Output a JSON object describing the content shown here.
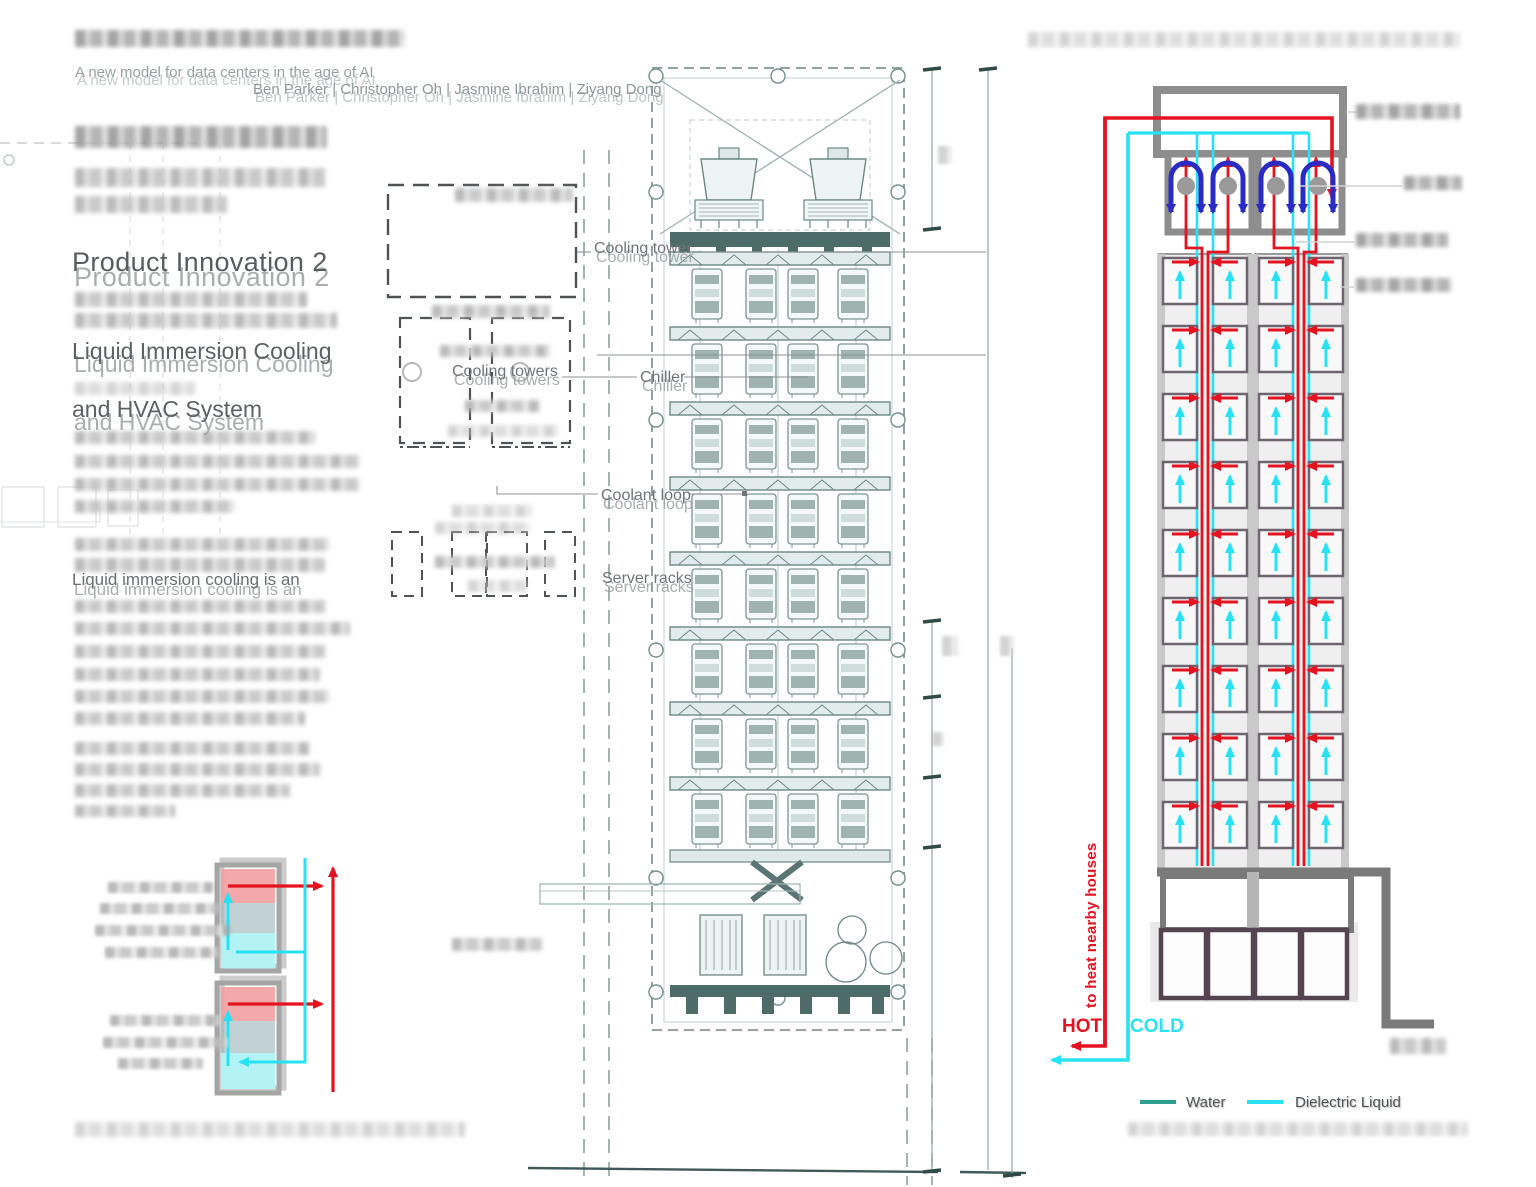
{
  "header": {
    "tagline": "A new model for data centers in the age of AI",
    "authors": "Ben Parker | Christopher Oh | Jasmine Ibrahim | Ziyang Dong"
  },
  "left": {
    "title": "Product Innovation 2",
    "sub1": "Liquid Immersion Cooling",
    "sub2": "and HVAC System",
    "lead": "Liquid immersion cooling is an"
  },
  "labels": {
    "cooling_tower": "Cooling tower",
    "cooling_towers": "Cooling towers",
    "chiller": "Chiller",
    "coolant_loop": "Coolant loop",
    "server_racks": "Server racks"
  },
  "flow": {
    "hot": "HOT",
    "cold": "COLD",
    "heat_note": "to heat nearby houses"
  },
  "legend": {
    "water": "Water",
    "dielectric": "Dielectric Liquid"
  },
  "colors": {
    "hot_red": "#e5121f",
    "cold_cyan": "#26e2f2",
    "chiller_blue": "#2a2ac4",
    "water_teal": "#2f9e8f",
    "structure_gray": "#7a7a7a",
    "drawing_teal": "#6b8886"
  }
}
